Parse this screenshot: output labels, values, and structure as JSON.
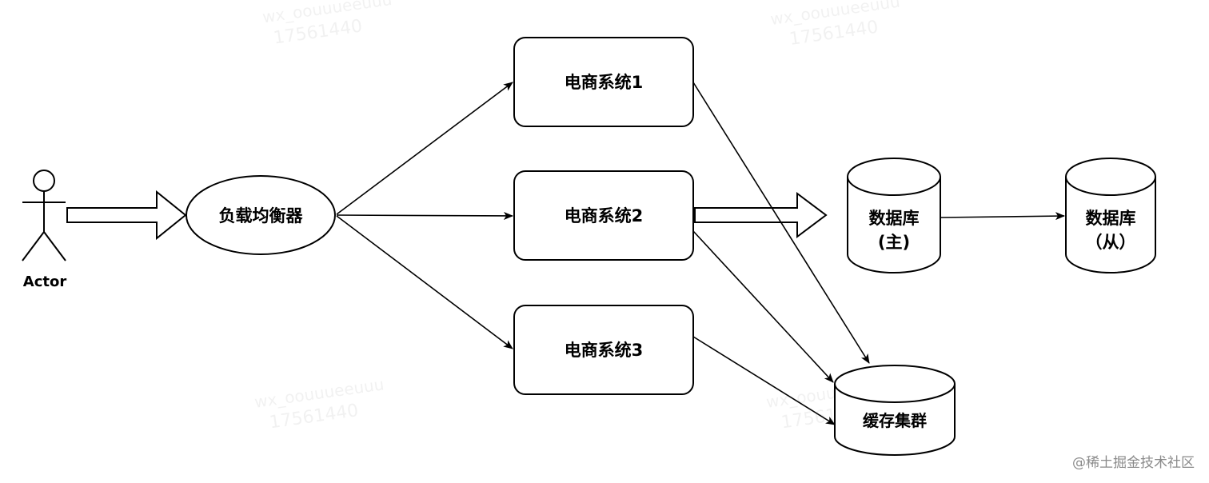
{
  "actor": {
    "label": "Actor"
  },
  "load_balancer": {
    "label": "负载均衡器"
  },
  "systems": [
    {
      "label": "电商系统1"
    },
    {
      "label": "电商系统2"
    },
    {
      "label": "电商系统3"
    }
  ],
  "db_master": {
    "line1": "数据库",
    "line2": "(主)"
  },
  "db_slave": {
    "line1": "数据库",
    "line2": "（从）"
  },
  "cache": {
    "label": "缓存集群"
  },
  "watermark": {
    "line1": "wx_oouuueeuuu",
    "line2": "17561440"
  },
  "credit": "@稀土掘金技术社区"
}
